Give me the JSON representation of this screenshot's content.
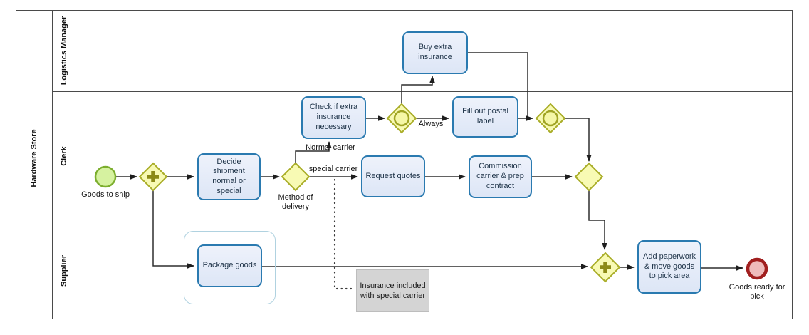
{
  "pool": {
    "label": "Hardware Store"
  },
  "lanes": [
    {
      "label": "Logistics Manager"
    },
    {
      "label": "Clerk"
    },
    {
      "label": "Supplier"
    }
  ],
  "tasks": {
    "decide": "Decide shipment normal or special",
    "check_insurance": "Check if extra insurance necessary",
    "buy_insurance": "Buy extra insurance",
    "fill_postal": "Fill out postal label",
    "request_quotes": "Request quotes",
    "commission_carrier": "Commission carrier & prep contract",
    "package_goods": "Package goods",
    "add_paperwork": "Add paperwork & move goods to pick area"
  },
  "events": {
    "start_label": "Goods to ship",
    "end_label": "Goods ready for pick"
  },
  "edge_labels": {
    "normal_carrier": "Normal carrier",
    "special_carrier": "special carrier",
    "always": "Always",
    "method_of_delivery": "Method of delivery"
  },
  "annotation": {
    "text": "Insurance included with special carrier"
  },
  "colors": {
    "task_border": "#2a7ab0",
    "task_fill": "#e9eefa",
    "gateway_fill": "#f8fab4",
    "gateway_border": "#a9ad27",
    "gateway_marker": "#8c8a16",
    "start_event_fill": "#d6f2a0",
    "start_event_border": "#7cae2e",
    "end_event_fill": "#efbbbb",
    "end_event_border": "#a11f1f",
    "annotation_fill": "#d4d4d4",
    "group_border": "#b0d2e0",
    "flow_line": "#2e2e2e"
  }
}
